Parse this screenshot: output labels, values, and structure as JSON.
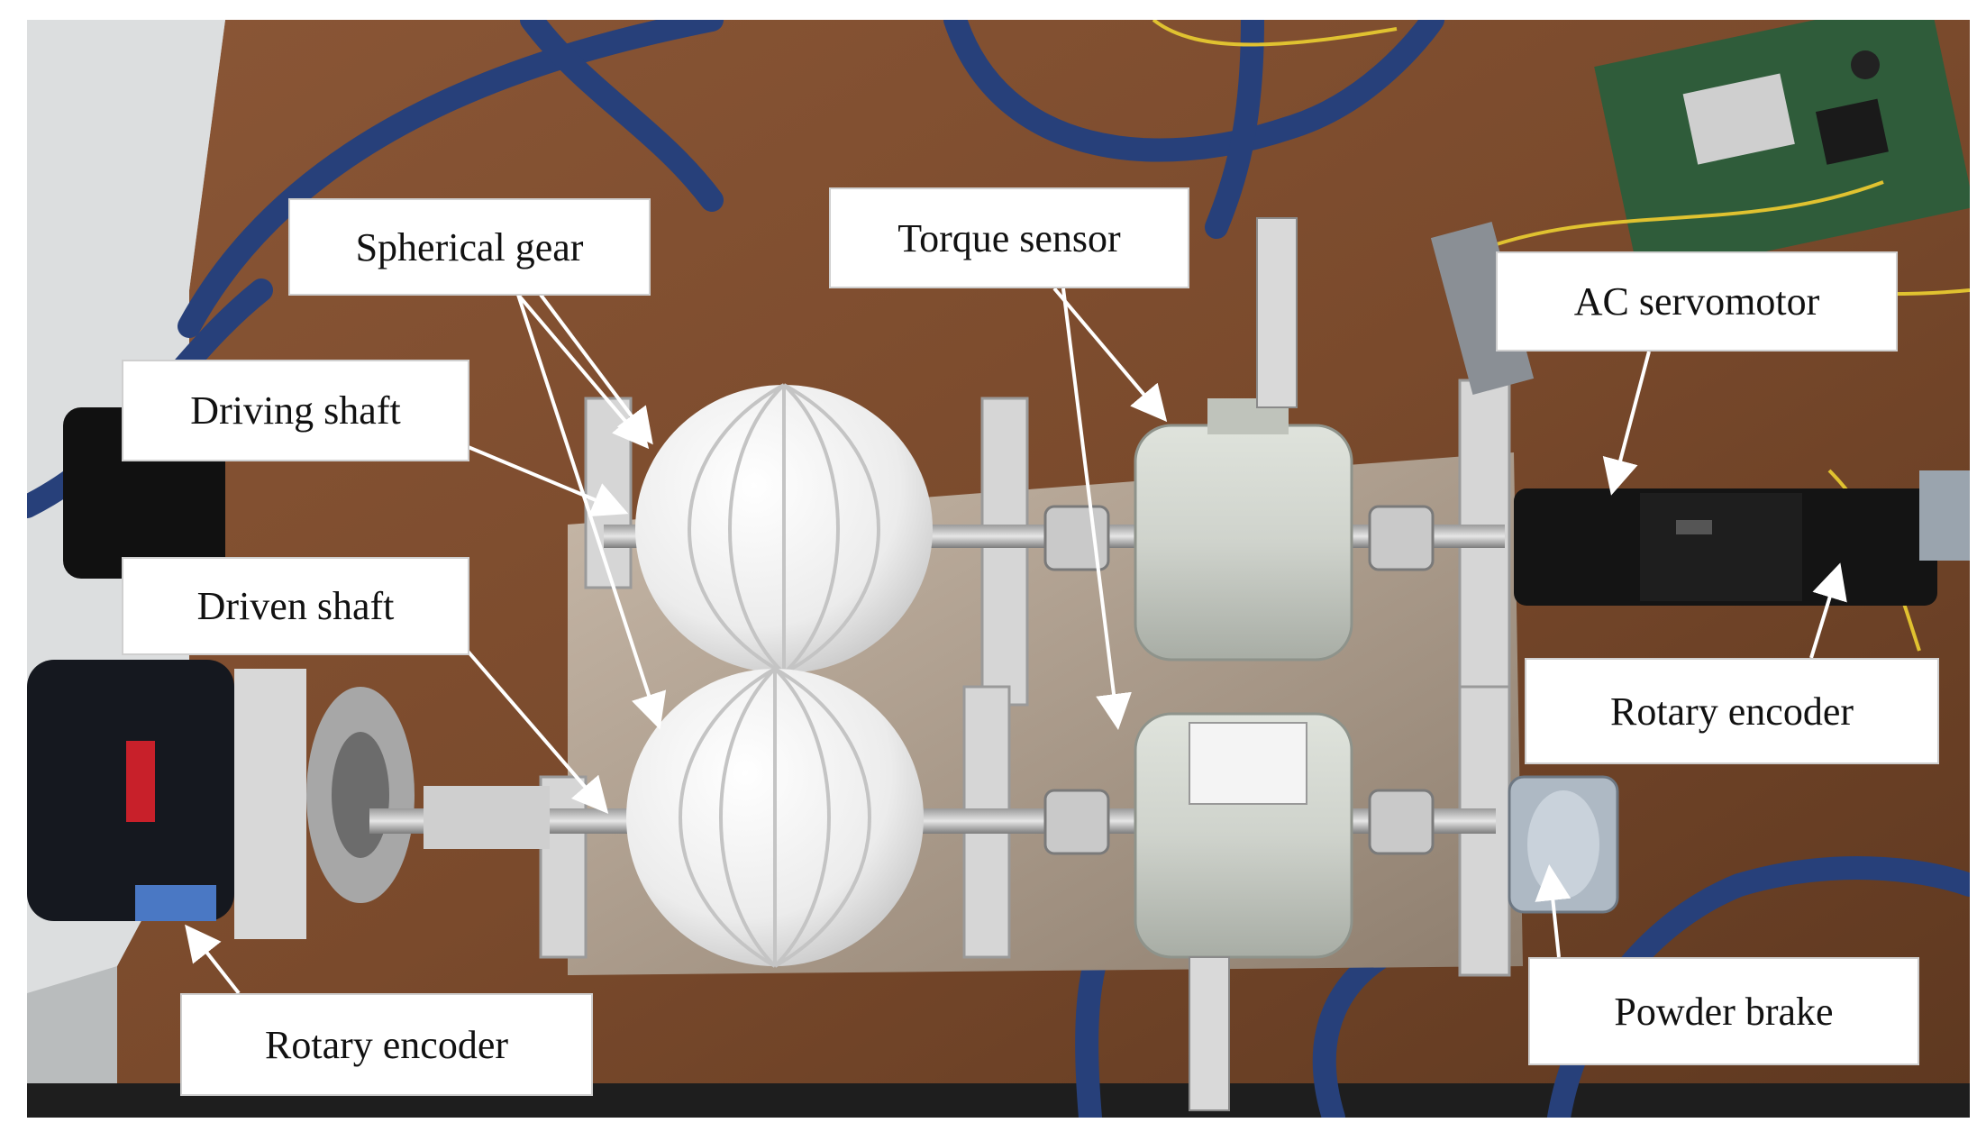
{
  "labels": {
    "spherical_gear": "Spherical gear",
    "torque_sensor": "Torque sensor",
    "ac_servomotor": "AC servomotor",
    "driving_shaft": "Driving shaft",
    "driven_shaft": "Driven shaft",
    "rotary_encoder_right": "Rotary encoder",
    "rotary_encoder_left": "Rotary encoder",
    "powder_brake": "Powder brake"
  },
  "colors": {
    "table_wood": "#7a4a2c",
    "cable_blue": "#27407a",
    "gear_white": "#f2f2f2",
    "sensor_gray": "#cfd3cc",
    "motor_black": "#141414",
    "label_bg": "#ffffff",
    "arrow_white": "#ffffff"
  }
}
